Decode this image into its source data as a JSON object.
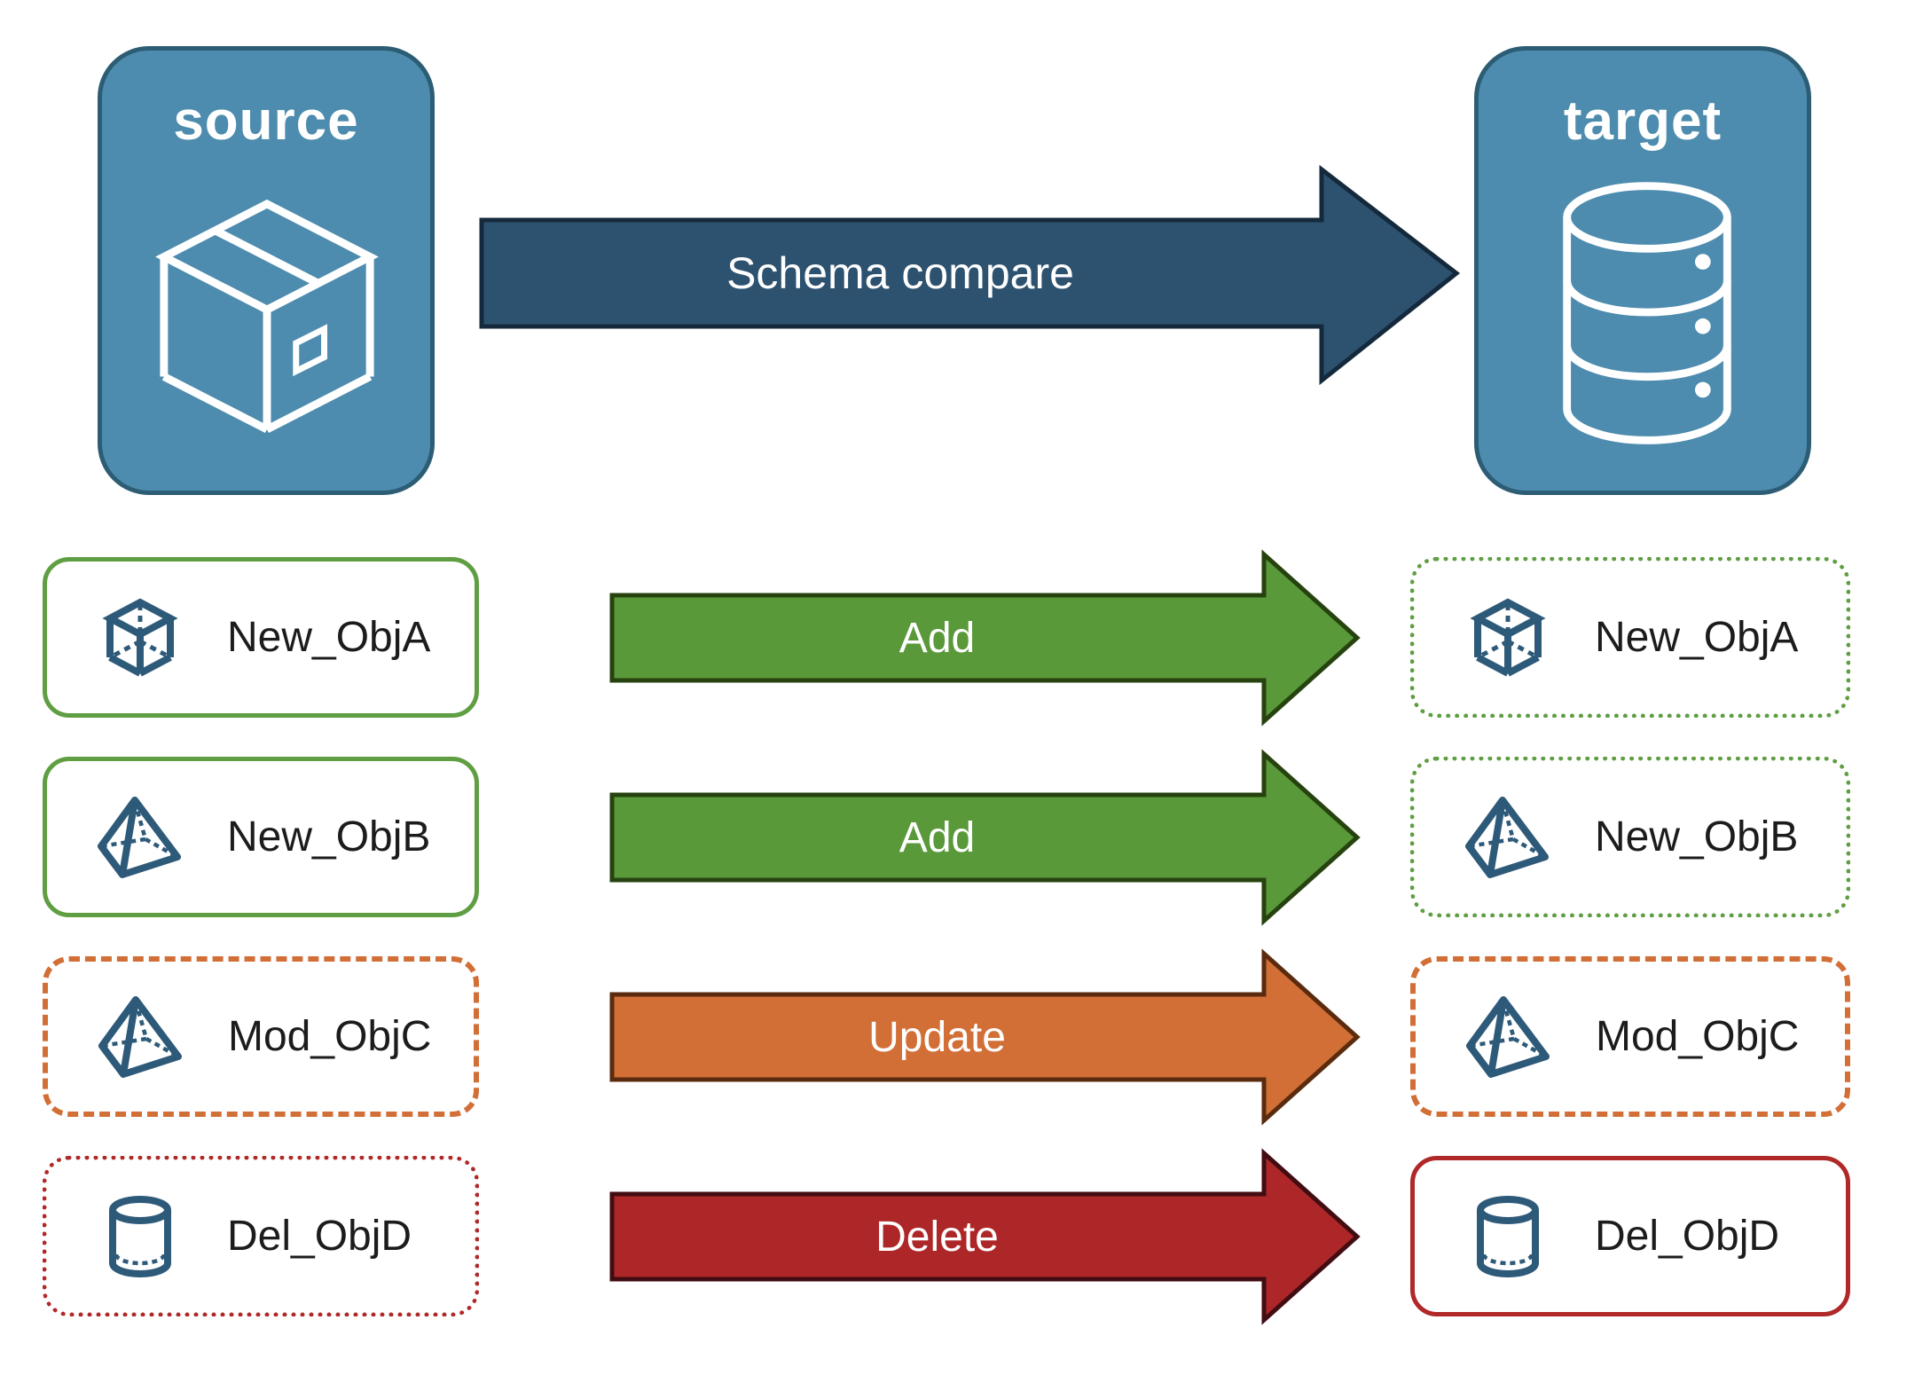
{
  "nodes": {
    "source": {
      "label": "source",
      "icon": "package-icon"
    },
    "target": {
      "label": "target",
      "icon": "database-icon"
    }
  },
  "compare_arrow": {
    "label": "Schema compare"
  },
  "rows": [
    {
      "object": "New_ObjA",
      "icon": "cube-icon",
      "action": "Add",
      "source_border": "solid-green",
      "target_border": "dotted-green"
    },
    {
      "object": "New_ObjB",
      "icon": "pyramid-icon",
      "action": "Add",
      "source_border": "solid-green",
      "target_border": "dotted-green"
    },
    {
      "object": "Mod_ObjC",
      "icon": "pyramid-icon",
      "action": "Update",
      "source_border": "dashed-orange",
      "target_border": "dashed-orange"
    },
    {
      "object": "Del_ObjD",
      "icon": "cylinder-icon",
      "action": "Delete",
      "source_border": "dotted-red",
      "target_border": "solid-red"
    }
  ],
  "colors": {
    "node_fill": "#4d8cae",
    "node_border": "#2c5d74",
    "compare_arrow_fill": "#2d5270",
    "add_arrow_fill": "#59993a",
    "update_arrow_fill": "#d26f37",
    "delete_arrow_fill": "#ae2728",
    "green_border": "#5f9e42",
    "orange_border": "#d26f37",
    "red_border": "#b02828",
    "icon_stroke": "#2e5a7a"
  }
}
